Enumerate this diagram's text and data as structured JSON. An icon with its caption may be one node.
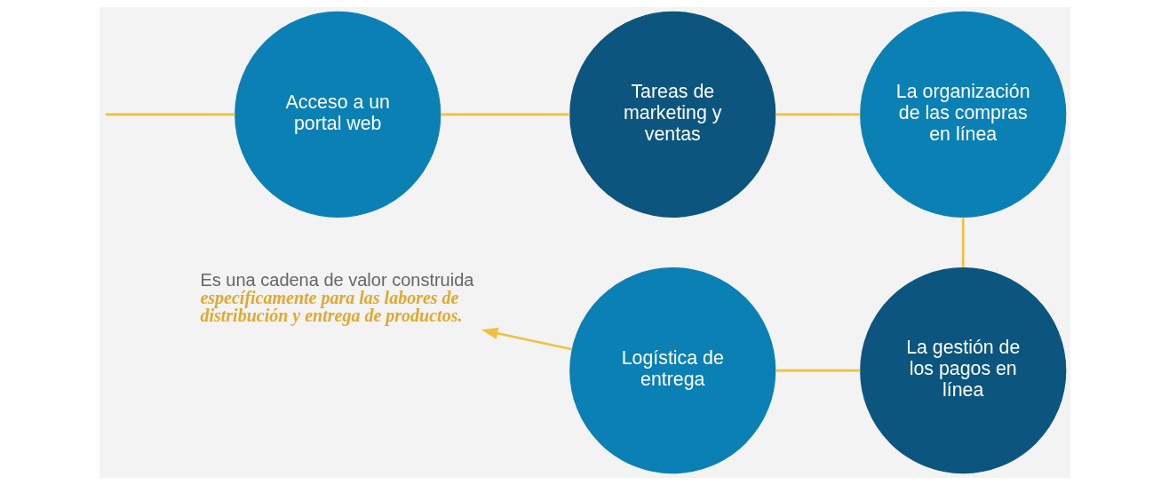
{
  "diagram": {
    "nodes": [
      {
        "text": [
          "Acceso a un portal web"
        ]
      },
      {
        "text": [
          "Tareas de marketing y ventas"
        ]
      },
      {
        "text": [
          "La organización de las compras en línea"
        ]
      },
      {
        "text": [
          "La gestión de los pagos en línea"
        ]
      },
      {
        "text": [
          "Logística de entrega"
        ]
      },
      {
        "text": [
          "Es una cadena de valor construida",
          "específicamente para las labores de distribución y entrega de productos."
        ]
      }
    ],
    "edges": [
      {
        "from": null,
        "to": 0,
        "arrow": "none"
      },
      {
        "from": 0,
        "to": 1,
        "arrow": "none"
      },
      {
        "from": 1,
        "to": 2,
        "arrow": "none"
      },
      {
        "from": 2,
        "to": 3,
        "arrow": "none"
      },
      {
        "from": 3,
        "to": 4,
        "arrow": "none"
      },
      {
        "from": 4,
        "to": 5,
        "arrow": "to"
      }
    ]
  }
}
